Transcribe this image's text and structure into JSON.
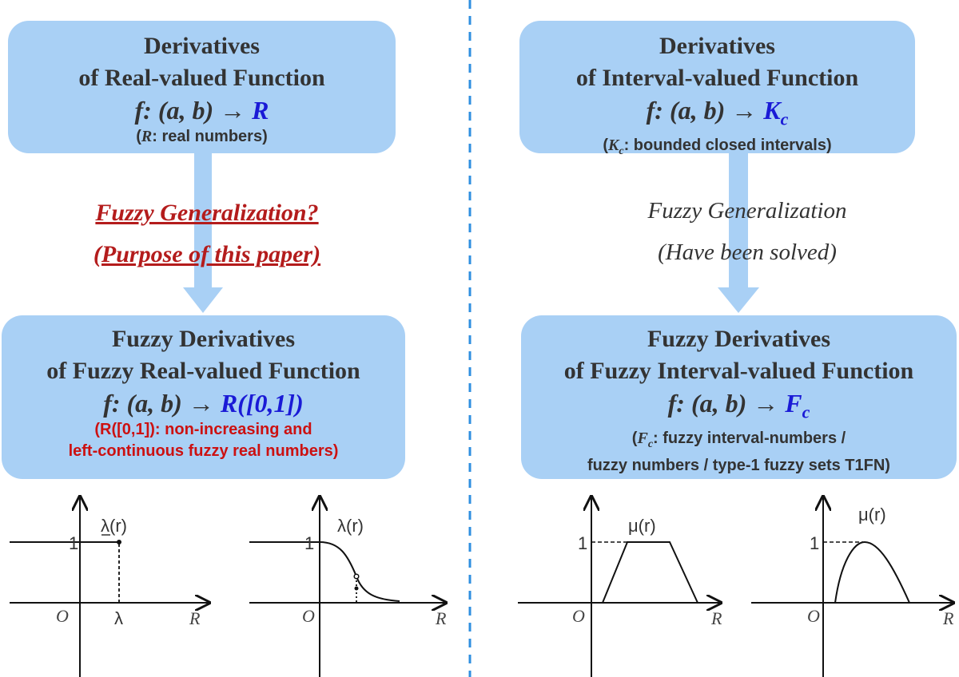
{
  "left": {
    "top_box": {
      "line1": "Derivatives",
      "line2": "of Real-valued Function",
      "formula_prefix": "f: (a, b) → ",
      "codomain": "R",
      "note_symbol": "R",
      "note_text": ": real numbers)"
    },
    "generalization": {
      "line1": "Fuzzy Generalization?",
      "line2": "(Purpose of this paper)"
    },
    "bottom_box": {
      "line1": "Fuzzy Derivatives",
      "line2": "of Fuzzy Real-valued Function",
      "formula_prefix": "f: (a, b) → ",
      "codomain": "R([0,1])",
      "note_line1": "(R([0,1]): non-increasing and",
      "note_line2": "left-continuous fuzzy real numbers)"
    },
    "graph1": {
      "func_label": "λ(r)",
      "y_tick": "1",
      "origin": "O",
      "x_tick": "λ",
      "x_axis": "R"
    },
    "graph2": {
      "func_label": "λ(r)",
      "y_tick": "1",
      "origin": "O",
      "x_axis": "R"
    }
  },
  "right": {
    "top_box": {
      "line1": "Derivatives",
      "line2": "of Interval-valued Function",
      "formula_prefix": "f: (a, b) → ",
      "codomain": "K",
      "codomain_sub": "c",
      "note_symbol": "K",
      "note_sub": "c",
      "note_text": ": bounded closed intervals)"
    },
    "generalization": {
      "line1": "Fuzzy Generalization",
      "line2": "(Have been solved)"
    },
    "bottom_box": {
      "line1": "Fuzzy Derivatives",
      "line2": "of Fuzzy Interval-valued Function",
      "formula_prefix": "f: (a, b) → ",
      "codomain": "F",
      "codomain_sub": "c",
      "note_symbol": "F",
      "note_sub": "c",
      "note_text": ": fuzzy interval-numbers /",
      "note_line2": "fuzzy numbers / type-1 fuzzy sets T1FN)"
    },
    "graph3": {
      "func_label": "μ(r)",
      "y_tick": "1",
      "origin": "O",
      "x_axis": "R"
    },
    "graph4": {
      "func_label": "μ(r)",
      "y_tick": "1",
      "origin": "O",
      "x_axis": "R"
    }
  },
  "colors": {
    "box_fill": "#a9d0f5",
    "arrow_fill": "#a9d0f5",
    "divider": "#2f8fe0",
    "formula_blue": "#1a1ad6",
    "note_red": "#cc1111",
    "purpose_red": "#b41c1c"
  }
}
